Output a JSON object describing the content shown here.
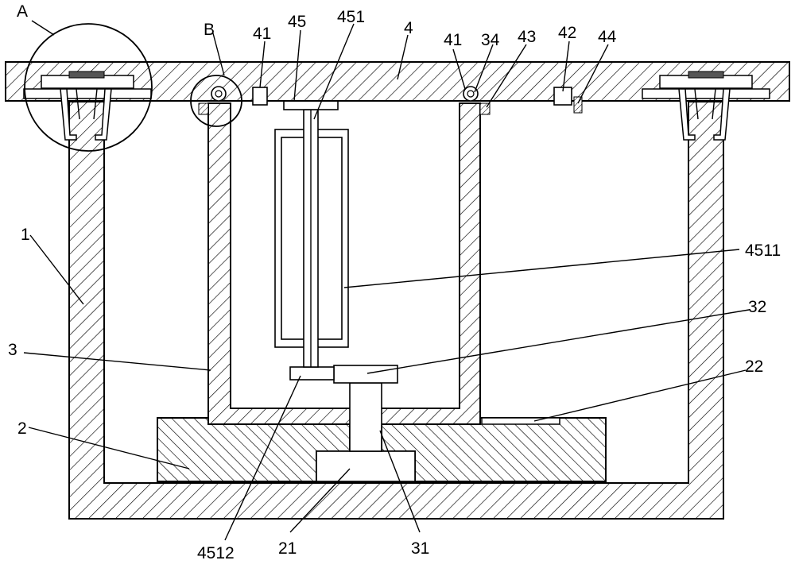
{
  "labels": {
    "A": "A",
    "B": "B",
    "l41a": "41",
    "l45": "45",
    "l451": "451",
    "l4": "4",
    "l41b": "41",
    "l34": "34",
    "l43": "43",
    "l42": "42",
    "l44": "44",
    "l1": "1",
    "l4511": "4511",
    "l32": "32",
    "l3": "3",
    "l22": "22",
    "l2": "2",
    "l4512": "4512",
    "l21": "21",
    "l31": "31"
  }
}
